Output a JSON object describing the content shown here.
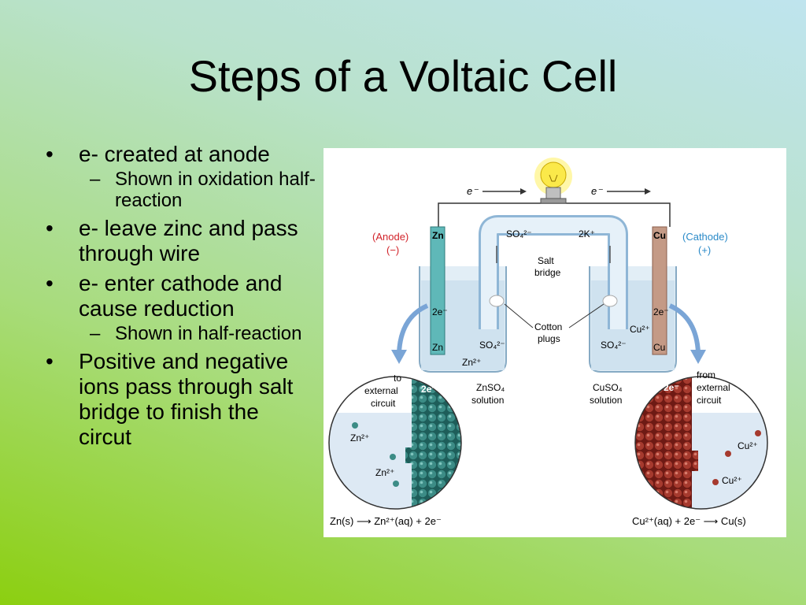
{
  "slide": {
    "title": "Steps of a Voltaic Cell",
    "bullet_char": "•",
    "dash_char": "–",
    "bullets": [
      {
        "text": "e- created at anode",
        "subs": [
          "Shown in oxidation half-reaction"
        ]
      },
      {
        "text": "e- leave zinc and pass through wire",
        "subs": []
      },
      {
        "text": "e- enter cathode and cause reduction",
        "subs": [
          "Shown in half-reaction"
        ]
      },
      {
        "text": "Positive and negative ions pass through salt bridge to finish the circut",
        "subs": []
      }
    ]
  },
  "diagram": {
    "electron_left": "e⁻",
    "electron_right": "e⁻",
    "anode_label": "(Anode)",
    "anode_sign": "(−)",
    "cathode_label": "(Cathode)",
    "cathode_sign": "(+)",
    "zn": "Zn",
    "cu": "Cu",
    "so4_bridge": "SO₄²⁻",
    "k_bridge": "2K⁺",
    "salt_bridge_1": "Salt",
    "salt_bridge_2": "bridge",
    "cotton_1": "Cotton",
    "cotton_2": "plugs",
    "two_e": "2e⁻",
    "zn2": "Zn²⁺",
    "cu2": "Cu²⁺",
    "so4_ion": "SO₄²⁻",
    "znso4_1": "ZnSO₄",
    "znso4_2": "solution",
    "cuso4_1": "CuSO₄",
    "cuso4_2": "solution",
    "to_ext_1": "to",
    "to_ext_2": "external",
    "to_ext_3": "circuit",
    "from_ext_1": "from",
    "from_ext_2": "external",
    "from_ext_3": "circuit",
    "eq_left": "Zn(s) ⟶ Zn²⁺(aq) + 2e⁻",
    "eq_right": "Cu²⁺(aq) + 2e⁻ ⟶ Cu(s)",
    "colors": {
      "zinc": "#5fb8b8",
      "copper": "#c49a86",
      "anode_text": "#d2232a",
      "cathode_text": "#2a8ac8"
    }
  }
}
